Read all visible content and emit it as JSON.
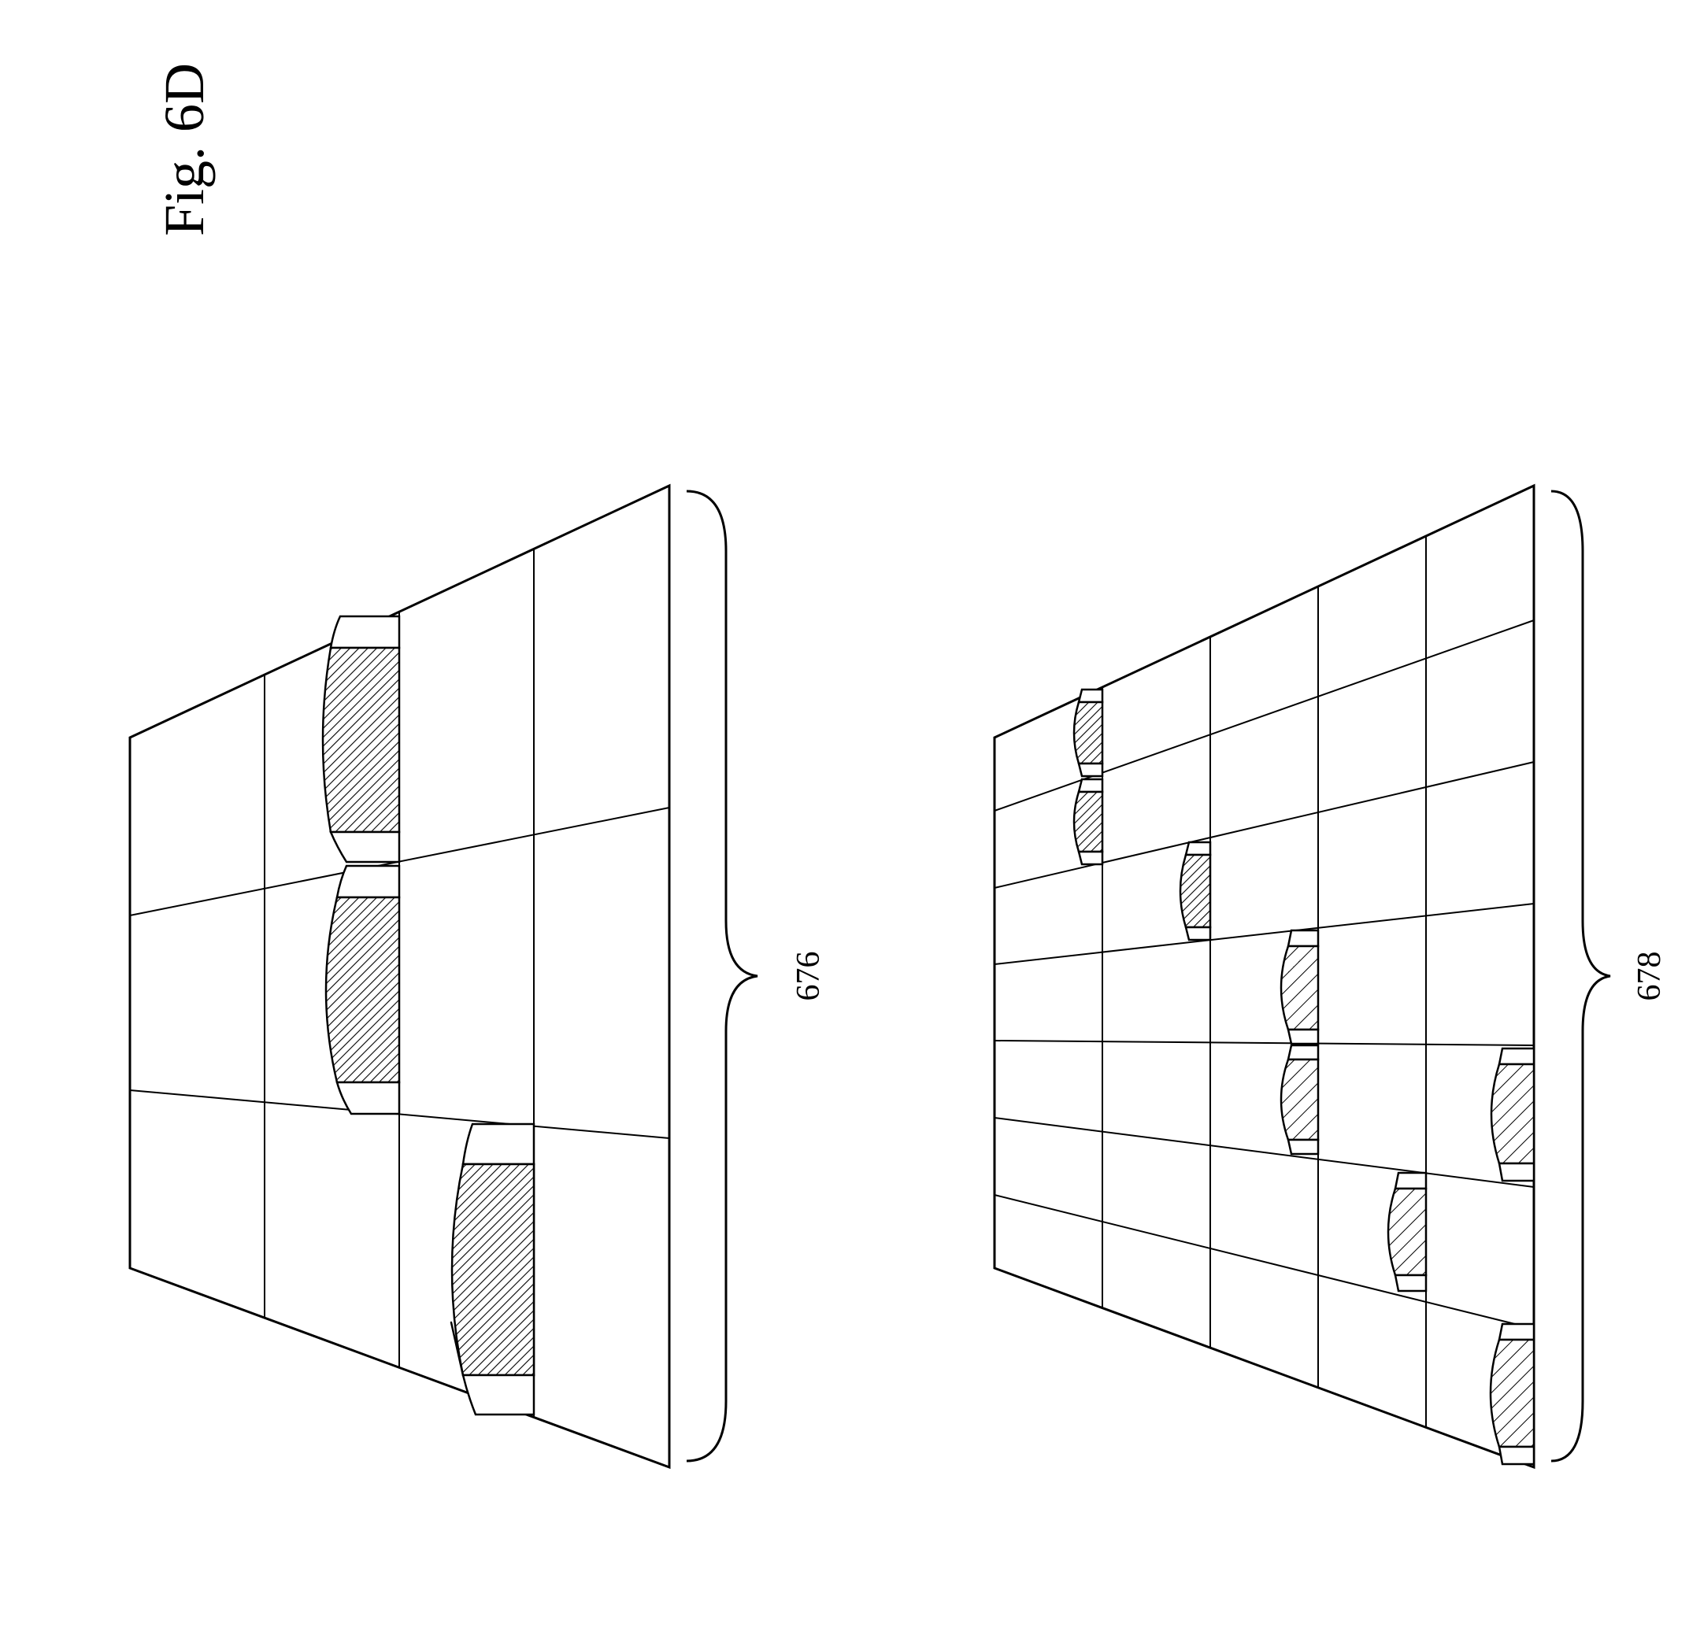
{
  "figure": {
    "title": "Fig. 6D"
  },
  "panels": [
    {
      "id": "top",
      "reference_numeral": "676"
    },
    {
      "id": "bottom",
      "reference_numeral": "678"
    }
  ]
}
